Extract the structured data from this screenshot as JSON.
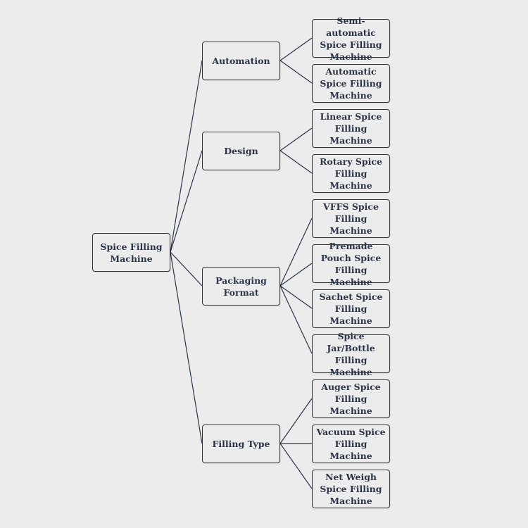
{
  "root": {
    "label": "Spice Filling Machine",
    "children": [
      {
        "label": "Automation",
        "children": [
          "Semi-automatic Spice Filling Machine",
          "Automatic Spice Filling Machine"
        ]
      },
      {
        "label": "Design",
        "children": [
          "Linear Spice Filling Machine",
          "Rotary Spice Filling Machine"
        ]
      },
      {
        "label": "Packaging Format",
        "children": [
          "VFFS Spice Filling Machine",
          "Premade Pouch Spice Filling Machine",
          "Sachet Spice Filling Machine",
          "Spice Jar/Bottle Filling Machine"
        ]
      },
      {
        "label": "Filling Type",
        "children": [
          "Auger Spice Filling Machine",
          "Vacuum Spice Filling Machine",
          "Net Weigh Spice Filling Machine"
        ]
      }
    ]
  },
  "colors": {
    "background": "#ececec",
    "stroke": "#2b3447",
    "text": "#2b3447"
  }
}
